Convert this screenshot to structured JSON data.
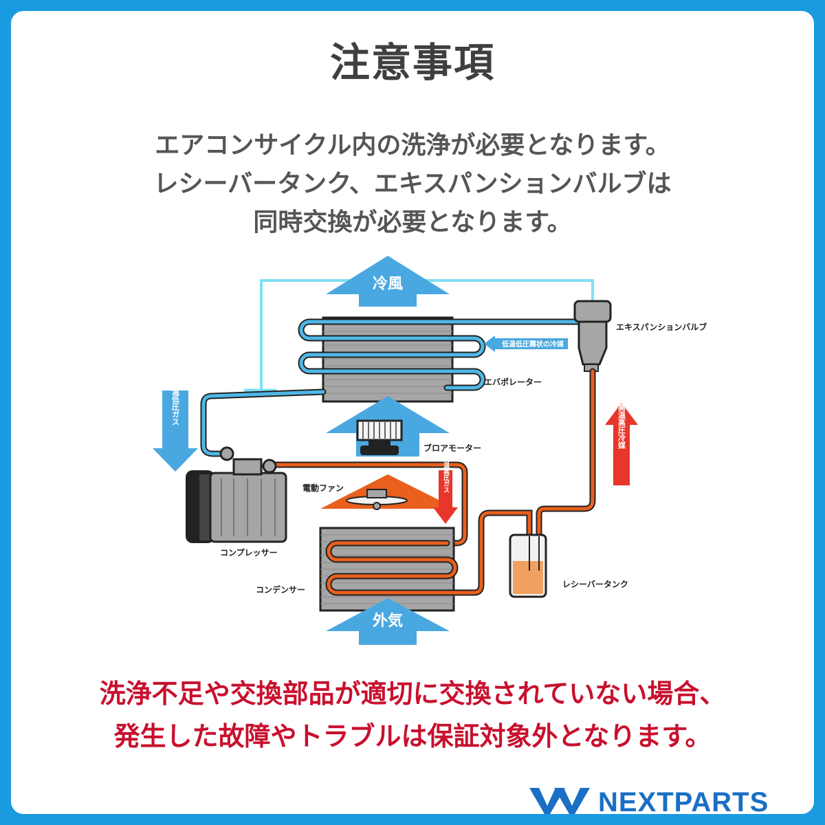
{
  "title": "注意事項",
  "intro": [
    "エアコンサイクル内の洗浄が必要となります。",
    "レシーバータンク、エキスパンションバルブは",
    "同時交換が必要となります。"
  ],
  "diagram": {
    "arrows": {
      "cold_air": "冷風",
      "outside_air": "外気",
      "low_temp_low_pressure_gas": "低温低圧ガス",
      "high_temp_high_pressure_gas": "高温高圧ガス",
      "high_temp_high_pressure_refrigerant": "高温高圧冷媒",
      "low_temp_low_pressure_mist_refrigerant": "低温低圧霧状の冷媒"
    },
    "components": {
      "evaporator": "エバポレーター",
      "blower_motor": "ブロアモーター",
      "expansion_valve": "エキスパンションバルブ",
      "compressor": "コンプレッサー",
      "electric_fan": "電動ファン",
      "condenser": "コンデンサー",
      "receiver_tank": "レシーバータンク"
    },
    "colors": {
      "low_side_pipe": "#4fb8e8",
      "high_side_pipe": "#e8601c",
      "arrow_blue": "#4aa8e0",
      "arrow_red": "#e8362a"
    }
  },
  "warning": [
    "洗浄不足や交換部品が適切に交換されていない場合、",
    "発生した故障やトラブルは保証対象外となります。"
  ],
  "brand": "NEXTPARTS",
  "brand_color": "#1a6fc4"
}
